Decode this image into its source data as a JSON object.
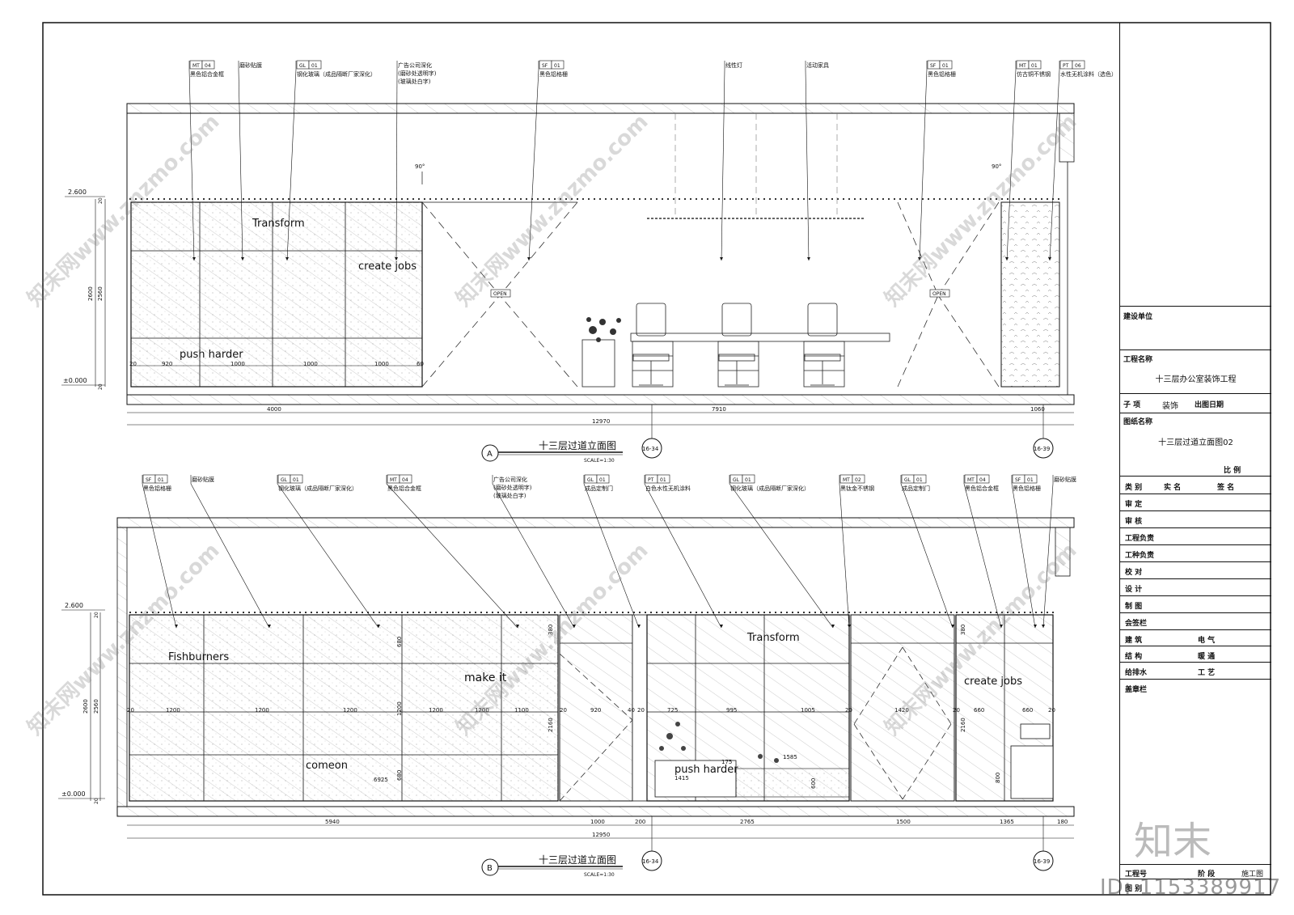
{
  "elevation_a": {
    "callouts": [
      {
        "tag": "MT",
        "num": "04",
        "text": "黑色铝合金框"
      },
      {
        "tag": "",
        "num": "",
        "text": "磨砂贴膜"
      },
      {
        "tag": "GL",
        "num": "01",
        "text": "钢化玻璃（成品隔断厂家深化）"
      },
      {
        "tag": "",
        "num": "",
        "text": "广告公司深化",
        "text2": "(磨砂处透明字)",
        "text3": "(玻璃处白字)"
      },
      {
        "tag": "SF",
        "num": "01",
        "text": "黑色铝格栅"
      },
      {
        "tag": "",
        "num": "",
        "text": "线性灯"
      },
      {
        "tag": "",
        "num": "",
        "text": "活动家具"
      },
      {
        "tag": "SF",
        "num": "01",
        "text": "黑色铝格栅"
      },
      {
        "tag": "MT",
        "num": "01",
        "text": "仿古铜不锈钢"
      },
      {
        "tag": "PT",
        "num": "06",
        "text": "水性无机涂料（选色）"
      }
    ],
    "level_top": "2.600",
    "level_bottom": "±0.000",
    "dims_vertical": [
      "2600",
      "2560",
      "20",
      "20"
    ],
    "glass_words": [
      "Transform",
      "create jobs",
      "push harder"
    ],
    "panel_dims": [
      "20",
      "920",
      "1000",
      "1000",
      "1000",
      "60"
    ],
    "bottom_dims": [
      "4000",
      "7910",
      "1060"
    ],
    "total": "12970",
    "door_label": "OPEN",
    "angle": "90°",
    "axis_left": "16-34",
    "axis_right": "16-39",
    "title": "十三层过道立面图",
    "letter": "A",
    "scale": "SCALE=1:30"
  },
  "elevation_b": {
    "callouts": [
      {
        "tag": "SF",
        "num": "01",
        "text": "黑色铝格栅"
      },
      {
        "tag": "",
        "num": "",
        "text": "磨砂贴膜"
      },
      {
        "tag": "GL",
        "num": "01",
        "text": "钢化玻璃（成品隔断厂家深化）"
      },
      {
        "tag": "MT",
        "num": "04",
        "text": "黑色铝合金框"
      },
      {
        "tag": "",
        "num": "",
        "text": "广告公司深化",
        "text2": "(磨砂处透明字)",
        "text3": "(玻璃处白字)"
      },
      {
        "tag": "GL",
        "num": "01",
        "text": "成品定制门"
      },
      {
        "tag": "PT",
        "num": "01",
        "text": "白色水性无机涂料"
      },
      {
        "tag": "GL",
        "num": "01",
        "text": "钢化玻璃（成品隔断厂家深化）"
      },
      {
        "tag": "MT",
        "num": "02",
        "text": "黑钛金不锈钢"
      },
      {
        "tag": "GL",
        "num": "01",
        "text": "成品定制门"
      },
      {
        "tag": "MT",
        "num": "04",
        "text": "黑色铝合金框"
      },
      {
        "tag": "SF",
        "num": "01",
        "text": "黑色铝格栅"
      },
      {
        "tag": "",
        "num": "",
        "text": "磨砂贴膜"
      }
    ],
    "level_top": "2.600",
    "level_bottom": "±0.000",
    "dims_vertical": [
      "2600",
      "2560",
      "20",
      "20"
    ],
    "glass_words": [
      "Fishburners",
      "make it",
      "comeon",
      "Transform",
      "push harder",
      "create jobs"
    ],
    "panel_dims": [
      "20",
      "1200",
      "1200",
      "1200",
      "1200",
      "1200",
      "1100",
      "20",
      "920",
      "40",
      "20",
      "725",
      "995",
      "1005",
      "20",
      "1420",
      "20",
      "660",
      "660",
      "20"
    ],
    "inner_dims": [
      "680",
      "1200",
      "680",
      "380",
      "2160",
      "380",
      "2160",
      "175",
      "1585",
      "1415",
      "600",
      "800",
      "6925"
    ],
    "bottom_dims": [
      "5940",
      "1000",
      "200",
      "2765",
      "1500",
      "1365",
      "180"
    ],
    "total": "12950",
    "axis_left": "16-34",
    "axis_right": "16-39",
    "title": "十三层过道立面图",
    "letter": "B",
    "scale": "SCALE=1:30"
  },
  "title_block": {
    "client_label": "建设单位",
    "project_label": "工程名称",
    "project_value": "十三层办公室装饰工程",
    "sub_label": "子 项",
    "sub_value": "装饰",
    "date_label": "出图日期",
    "drawing_label": "图纸名称",
    "drawing_value": "十三层过道立面图02",
    "scale_label": "比 例",
    "head": [
      "类 别",
      "实 名",
      "签 名"
    ],
    "roles": [
      "审 定",
      "审 核",
      "工程负责",
      "工种负责",
      "校 对",
      "设 计",
      "制 图"
    ],
    "countersign": "会签栏",
    "disciplines": [
      [
        "建 筑",
        "电 气"
      ],
      [
        "结 构",
        "暖 通"
      ],
      [
        "给排水",
        "工 艺"
      ]
    ],
    "seal": "盖章栏",
    "project_no_label": "工程号",
    "phase_label": "阶 段",
    "phase_value": "施工图",
    "sheet_label": "图 别"
  },
  "watermark": "知末网www.znzmo.com",
  "logo": "知末",
  "id_text": "ID: 1153389917"
}
